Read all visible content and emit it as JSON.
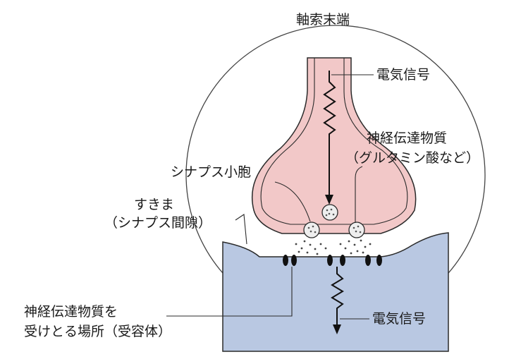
{
  "diagram": {
    "title": "軸索末端",
    "labels": {
      "signal_top": "電気信号",
      "neurotransmitter_line1": "神経伝達物質",
      "neurotransmitter_line2": "（グルタミン酸など）",
      "vesicle": "シナプス小胞",
      "cleft_line1": "すきま",
      "cleft_line2": "（シナプス間隙）",
      "receptor_line1": "神経伝達物質を",
      "receptor_line2": "受けとる場所（受容体）",
      "signal_bottom": "電気信号"
    },
    "colors": {
      "axon_fill": "#f2c8c8",
      "postsynaptic_fill": "#b9c8e2",
      "outline": "#2a2a2a",
      "receptor": "#111111"
    }
  }
}
